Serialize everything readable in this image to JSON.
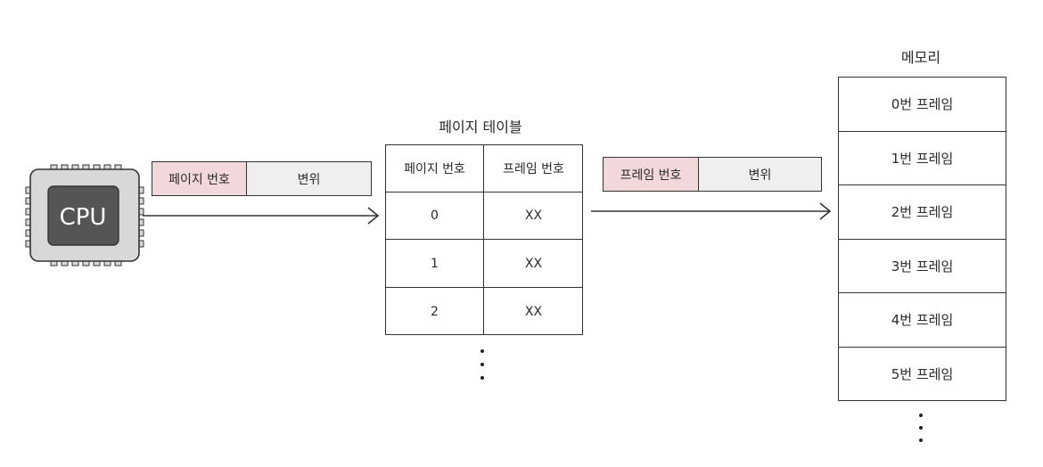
{
  "cpu": {
    "label": "CPU"
  },
  "logical_address": {
    "page_number": "페이지 번호",
    "offset": "변위"
  },
  "page_table": {
    "title": "페이지 테이블",
    "headers": [
      "페이지 번호",
      "프레임 번호"
    ],
    "rows": [
      [
        "0",
        "XX"
      ],
      [
        "1",
        "XX"
      ],
      [
        "2",
        "XX"
      ]
    ]
  },
  "physical_address": {
    "frame_number": "프레임 번호",
    "offset": "변위"
  },
  "memory": {
    "title": "메모리",
    "frames": [
      "0번 프레임",
      "1번 프레임",
      "2번 프레임",
      "3번 프레임",
      "4번 프레임",
      "5번 프레임"
    ]
  },
  "colors": {
    "highlight": "#f3d8db",
    "offset_bg": "#efefef",
    "cpu_outer": "#d8d8d8",
    "cpu_inner": "#555555",
    "cpu_text": "#ffffff",
    "line": "#333333"
  }
}
